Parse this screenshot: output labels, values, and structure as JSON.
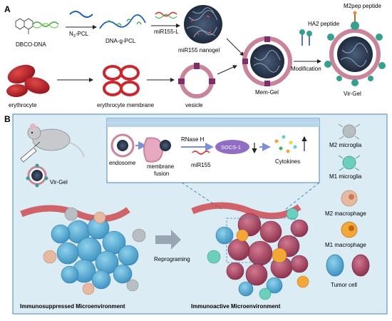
{
  "panel_a": {
    "label": "A",
    "dbco_dna": "DBCO-DNA",
    "n3_pcl": "N",
    "n3_sub": "3",
    "n3_rest": "-PCL",
    "dna_g_pcl": "DNA-g-PCL",
    "mir155_l": "miR155-L",
    "mir155_nanogel": "miR155 nanogel",
    "mem_gel": "Mem-Gel",
    "modification": "Modification",
    "ha2_peptide": "HA2 peptide",
    "m2pep_peptide": "M2pep peptide",
    "vir_gel": "Vir-Gel",
    "erythrocyte": "erythrocyte",
    "erythrocyte_membrane": "erythrocyte membrane",
    "vesicle": "vesicle"
  },
  "panel_b": {
    "label": "B",
    "vir_gel": "Vir-Gel",
    "endosome": "endosome",
    "membrane_fusion_1": "membrane",
    "membrane_fusion_2": "fusion",
    "rnase_h": "RNase H",
    "mir155": "miR155",
    "socs1": "SOCS-1",
    "cytokines": "Cytokines",
    "reprograming": "Reprograming",
    "immunosuppressed": "Immunosuppressed Microenvironment",
    "immunoactive": "Immunoactive Microenvironment"
  },
  "legend": {
    "m2_microglia": "M2 microglia",
    "m1_microglia": "M1 microglia",
    "m2_macrophage": "M2 macrophage",
    "m1_macrophage": "M1 macrophage",
    "tumor_cell": "Tumor cell"
  },
  "colors": {
    "panel_b_bg": "#dcecf5",
    "panel_b_border": "#4a86b5",
    "erythrocyte": "#c9292e",
    "membrane": "#c9849a",
    "tumor_blue": "#5ab0d6",
    "tumor_red": "#b5506a",
    "m1_microglia": "#6ccfbd",
    "m2_microglia": "#b9bec3",
    "m2_macrophage": "#e7b9a0",
    "m1_macrophage": "#f4a637",
    "socs1": "#8f6ec4",
    "arrow_gray": "#9a9a9a"
  }
}
